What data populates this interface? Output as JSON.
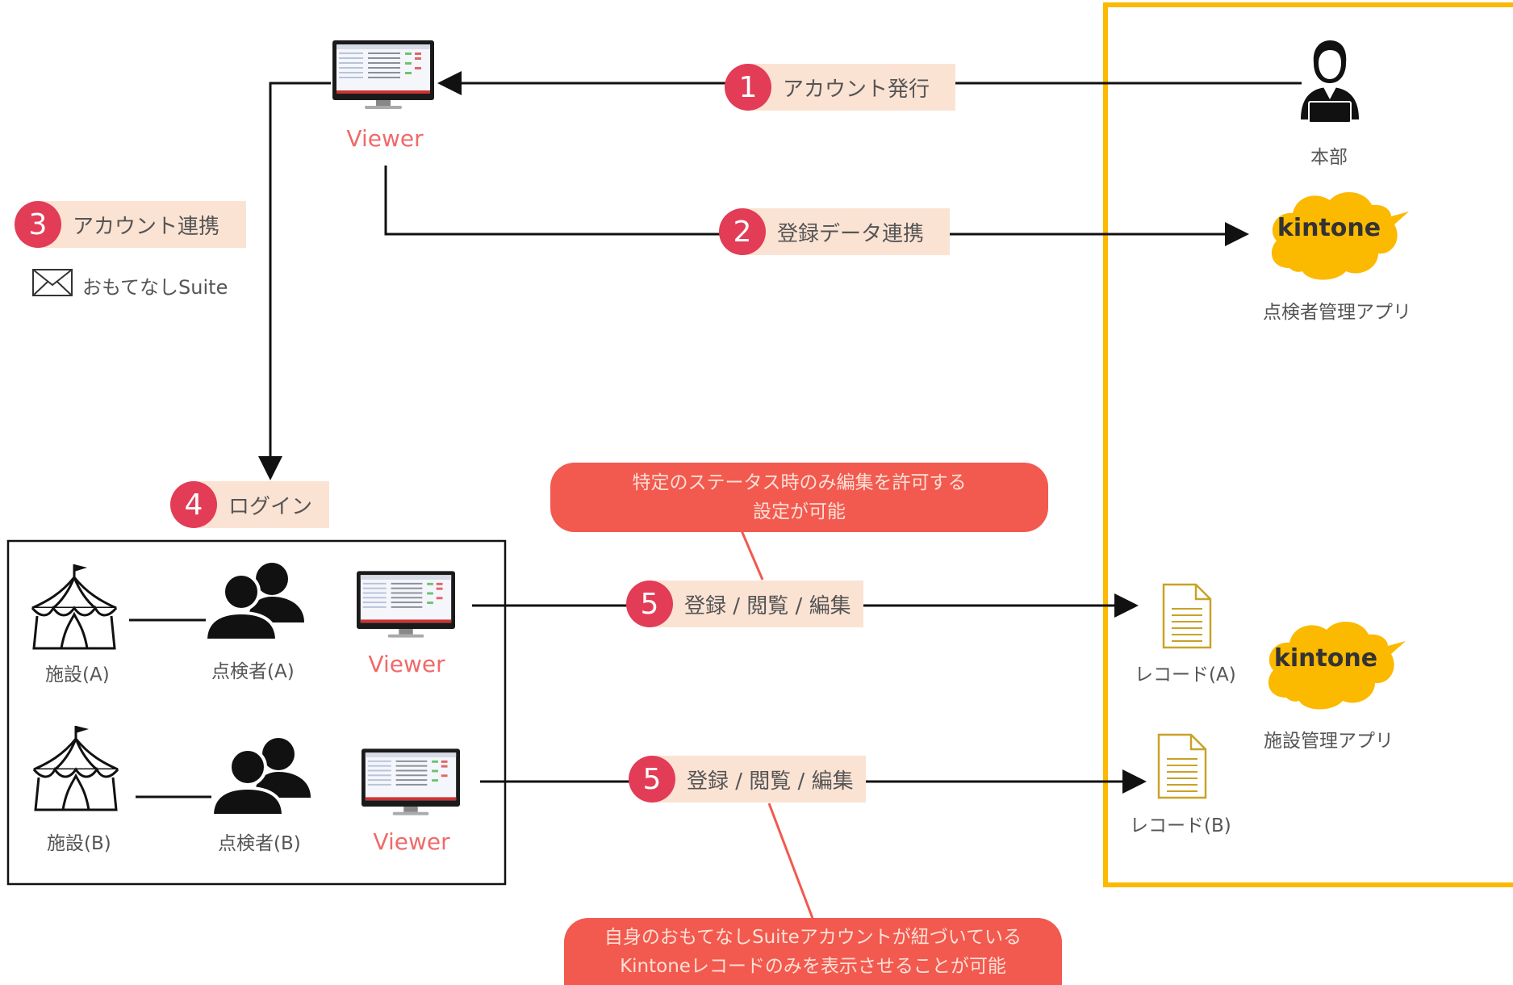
{
  "steps": {
    "s1": {
      "num": "1",
      "label": "アカウント発行"
    },
    "s2": {
      "num": "2",
      "label": "登録データ連携"
    },
    "s3": {
      "num": "3",
      "label": "アカウント連携"
    },
    "s4": {
      "num": "4",
      "label": "ログイン"
    },
    "s5a": {
      "num": "5",
      "label": "登録 / 閲覧 / 編集"
    },
    "s5b": {
      "num": "5",
      "label": "登録 / 閲覧 / 編集"
    }
  },
  "mail_label": "おもてなしSuite",
  "viewer_label": "Viewer",
  "hq_label": "本部",
  "kintone_logo": "kintone",
  "app1_label": "点検者管理アプリ",
  "app2_label": "施設管理アプリ",
  "facility_a": "施設(A)",
  "facility_b": "施設(B)",
  "inspector_a": "点検者(A)",
  "inspector_b": "点検者(B)",
  "record_a": "レコード(A)",
  "record_b": "レコード(B)",
  "callout_top": {
    "line1": "特定のステータス時のみ編集を許可する",
    "line2": "設定が可能"
  },
  "callout_bottom": {
    "line1": "自身のおもてなしSuiteアカウントが紐づいている",
    "line2": "Kintoneレコードのみを表示させることが可能"
  },
  "colors": {
    "step_circle": "#e23c57",
    "step_band": "#fbe3d4",
    "callout": "#f2594f",
    "kintone": "#fbb900",
    "frame": "#fbb900",
    "viewer_text": "#f06a6a"
  },
  "icons": [
    "monitor-icon",
    "person-icon",
    "group-icon",
    "tent-icon",
    "document-icon",
    "mail-icon",
    "kintone-cloud-icon"
  ]
}
